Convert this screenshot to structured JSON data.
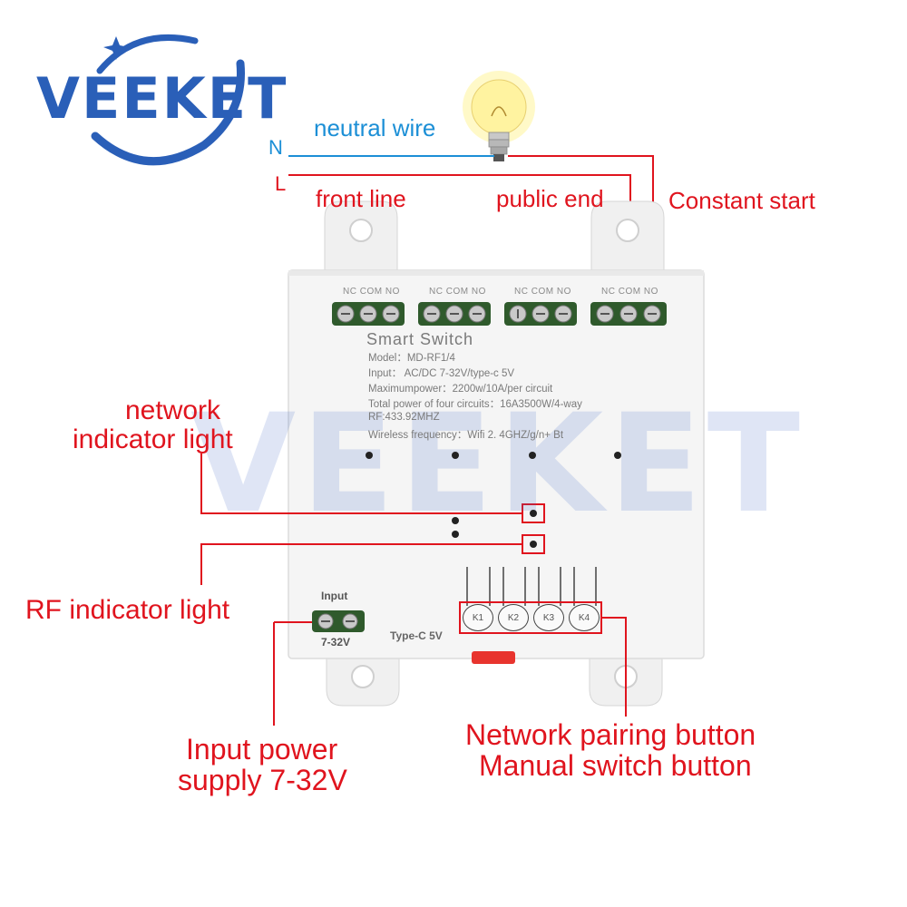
{
  "brand": {
    "logo_text": "VEEKET",
    "watermark_text": "VEEKET"
  },
  "wiring": {
    "n_label": "N",
    "l_label": "L",
    "neutral_wire": "neutral wire"
  },
  "top_labels": {
    "front_line": "front line",
    "public_end": "public end",
    "constant_start": "Constant start"
  },
  "terminals": [
    {
      "nc": "NC",
      "com": "COM",
      "no": "NO"
    },
    {
      "nc": "NC",
      "com": "COM",
      "no": "NO"
    },
    {
      "nc": "NC",
      "com": "COM",
      "no": "NO"
    },
    {
      "nc": "NC",
      "com": "COM",
      "no": "NO"
    }
  ],
  "device": {
    "title": "Smart Switch",
    "model": "Model：MD-RF1/4",
    "input": "Input：  AC/DC 7-32V/type-c 5V",
    "max_power": "Maximumpower：2200w/10A/per circuit",
    "total_power": "Total power of four circuits：16A3500W/4-way",
    "rf": "RF:433.92MHZ",
    "wireless": "Wireless frequency：Wifi 2. 4GHZ/g/n+ Bt",
    "input_label": "Input",
    "voltage_label": "7-32V",
    "typec_label": "Type-C 5V",
    "buttons": [
      "K1",
      "K2",
      "K3",
      "K4"
    ]
  },
  "callouts": {
    "network_line1": "network",
    "network_line2": "indicator light",
    "rf_indicator": "RF indicator light",
    "input_power_line1": "Input power",
    "input_power_line2": "supply 7-32V",
    "pairing_line1": "Network pairing button",
    "pairing_line2": "Manual switch button"
  },
  "colors": {
    "callout_red": "#e0141e",
    "wire_blue": "#1c8fd6",
    "logo_blue": "#2a5fb8",
    "terminal_green": "#2f5a2c"
  },
  "icons": [
    "light-bulb-icon",
    "logo-swoosh-icon",
    "star-icon"
  ]
}
